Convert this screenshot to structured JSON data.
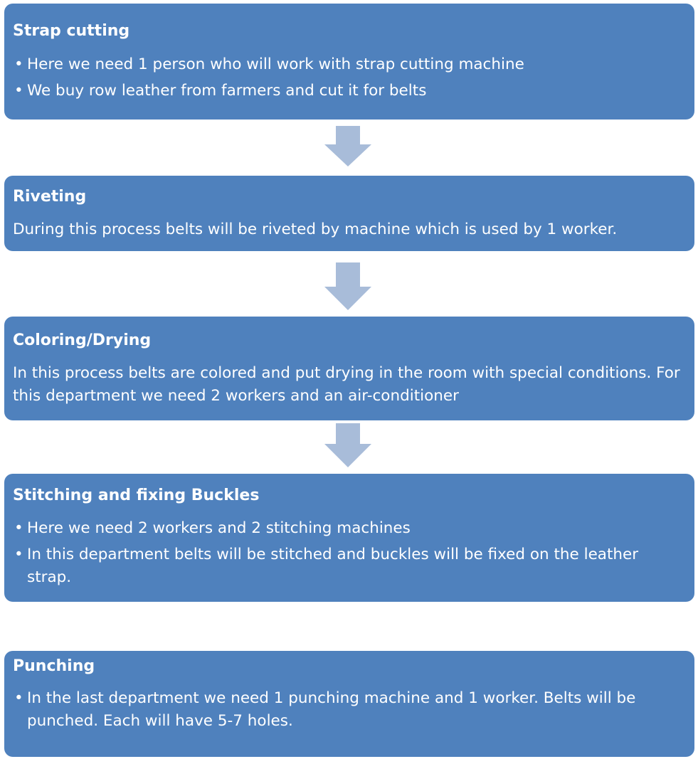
{
  "steps": [
    {
      "title": "Strap cutting",
      "bullets": [
        "Here we need 1 person who will work with strap cutting machine",
        "We buy row leather from farmers and cut it for belts"
      ]
    },
    {
      "title": "Riveting",
      "text": "During this process belts will be riveted by machine which is used by 1 worker."
    },
    {
      "title": "Coloring/Drying",
      "text": "In this process belts are colored and put drying in the room with special conditions. For this department we need 2 workers and an air-conditioner"
    },
    {
      "title": "Stitching and fixing Buckles",
      "bullets": [
        "Here we need 2 workers and 2 stitching machines",
        "In this department belts will be stitched and buckles will be fixed on the leather strap."
      ]
    },
    {
      "title": "Punching",
      "bullets": [
        "In the last department we need 1 punching machine and 1 worker. Belts will be punched.  Each will have 5-7 holes."
      ]
    }
  ],
  "colors": {
    "box_fill": "#4f81bd",
    "arrow_fill": "#a8bcd9",
    "text": "#ffffff"
  }
}
